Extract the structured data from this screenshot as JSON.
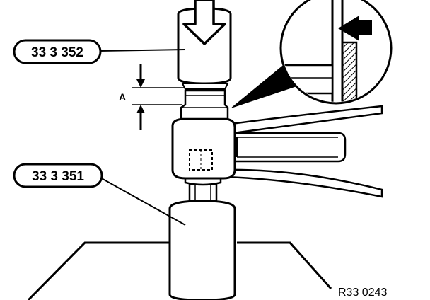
{
  "diagram": {
    "callouts": [
      {
        "id": "tool-upper",
        "text": "33 3 352"
      },
      {
        "id": "tool-lower",
        "text": "33 3 351"
      }
    ],
    "dimension_label": "A",
    "reference_code": "R33 0243",
    "colors": {
      "line": "#000000",
      "background": "#ffffff"
    }
  }
}
